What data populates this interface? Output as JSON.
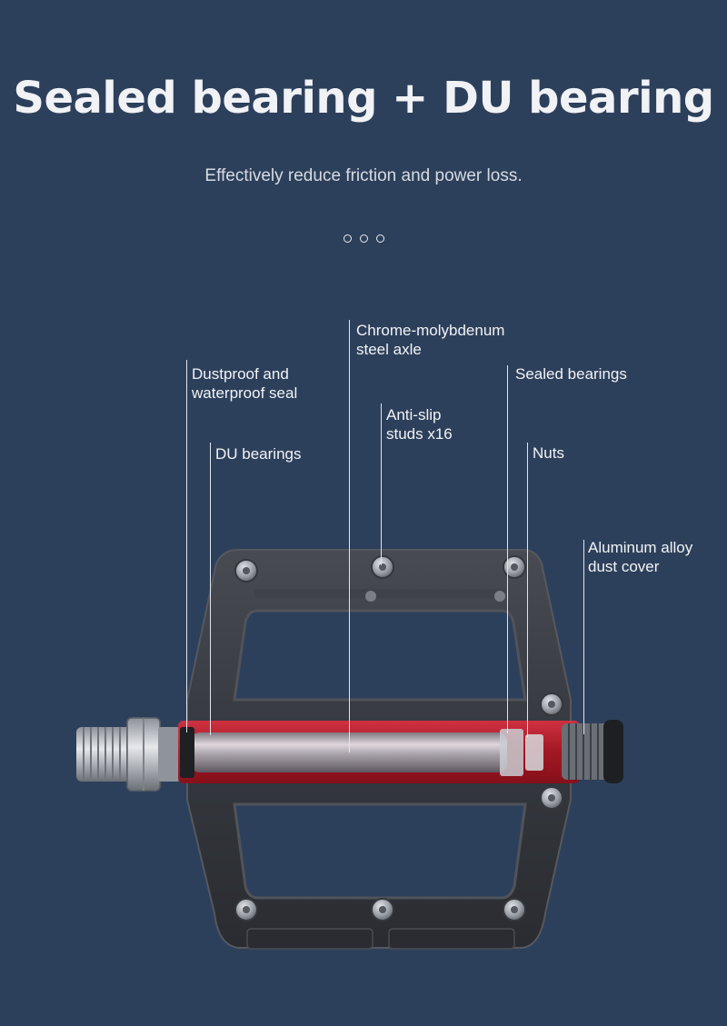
{
  "header": {
    "title": "Sealed bearing + DU bearing",
    "subtitle": "Effectively reduce friction and power loss."
  },
  "carousel": {
    "indicator_count": 3
  },
  "callouts": {
    "axle": "Chrome-molybdenum\nsteel axle",
    "seal": "Dustproof and\nwaterproof seal",
    "sealed_bearings": "Sealed bearings",
    "studs": "Anti-slip\nstuds x16",
    "du_bearings": "DU bearings",
    "nuts": "Nuts",
    "dust_cover": "Aluminum alloy\ndust cover"
  },
  "colors": {
    "background": "#2d405b",
    "highlight": "#c0192b",
    "pedal_body": "#3a3d44"
  }
}
